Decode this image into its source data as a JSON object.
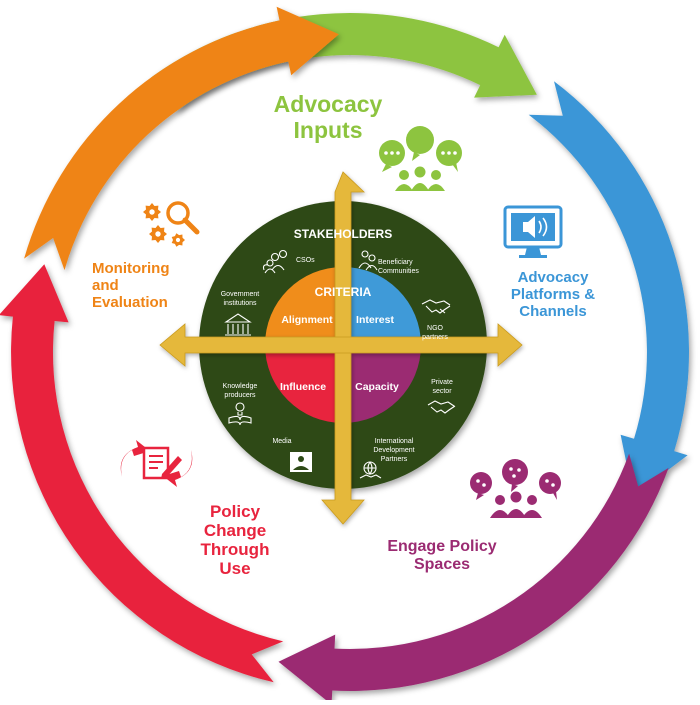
{
  "stages": {
    "advocacy_inputs": {
      "lines": [
        "Advocacy",
        "Inputs"
      ],
      "color": "#8dc43f",
      "icon": "people-speech-icon"
    },
    "advocacy_platforms": {
      "lines": [
        "Advocacy",
        "Platforms &",
        "Channels"
      ],
      "color": "#3b96d7",
      "icon": "monitor-speaker-icon"
    },
    "engage_policy": {
      "lines": [
        "Engage Policy",
        "Spaces"
      ],
      "color": "#9b2b72",
      "icon": "group-discussion-icon"
    },
    "policy_change": {
      "lines": [
        "Policy",
        "Change",
        "Through",
        "Use"
      ],
      "color": "#e8243e",
      "icon": "document-cycle-icon"
    },
    "monitoring": {
      "lines": [
        "Monitoring",
        "and",
        "Evaluation"
      ],
      "color": "#ef8416",
      "icon": "gears-magnifier-icon"
    }
  },
  "center": {
    "ring_title": "STAKEHOLDERS",
    "criteria_title": "CRITERIA",
    "quadrants": {
      "alignment": {
        "label": "Alignment",
        "color": "#f08d1b"
      },
      "interest": {
        "label": "Interest",
        "color": "#3f9ad8"
      },
      "influence": {
        "label": "Influence",
        "color": "#e8243e"
      },
      "capacity": {
        "label": "Capacity",
        "color": "#9b2b72"
      }
    },
    "ring_color": "#2d4a16",
    "arrow_color": "#e5b83a"
  },
  "stakeholders": {
    "csos": {
      "lines": [
        "CSOs"
      ],
      "icon": "group-icon"
    },
    "beneficiary": {
      "lines": [
        "Beneficiary",
        "Communities"
      ],
      "icon": "community-icon"
    },
    "government": {
      "lines": [
        "Government",
        "institutions"
      ],
      "icon": "building-icon"
    },
    "ngo": {
      "lines": [
        "NGO",
        "partners"
      ],
      "icon": "handshake-icon"
    },
    "knowledge": {
      "lines": [
        "Knowledge",
        "producers"
      ],
      "icon": "lightbulb-book-icon"
    },
    "private": {
      "lines": [
        "Private",
        "sector"
      ],
      "icon": "handshake-icon"
    },
    "media": {
      "lines": [
        "Media"
      ],
      "icon": "media-icon"
    },
    "international": {
      "lines": [
        "International",
        "Development",
        "Partners"
      ],
      "icon": "globe-handshake-icon"
    }
  }
}
